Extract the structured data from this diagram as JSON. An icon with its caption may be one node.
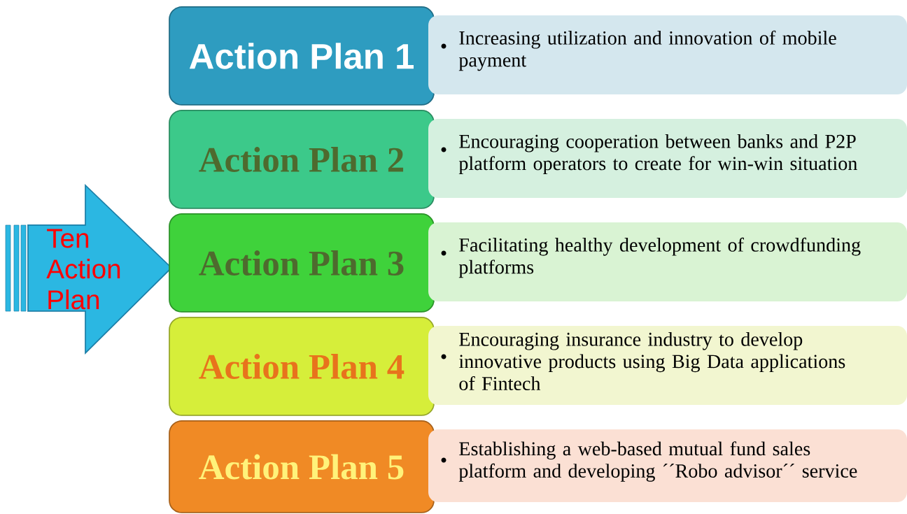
{
  "diagram": {
    "nodes": [
      {
        "text": [
          "Ten Action Plan"
        ]
      },
      {
        "text": [
          "Action Plan 1"
        ]
      },
      {
        "text": [
          "Increasing utilization and innovation of mobile payment"
        ]
      },
      {
        "text": [
          "Action Plan 2"
        ]
      },
      {
        "text": [
          "Encouraging cooperation between banks and P2P platform operators to create for win-win situation"
        ]
      },
      {
        "text": [
          "Action Plan 3"
        ]
      },
      {
        "text": [
          "Facilitating healthy development of crowdfunding platforms"
        ]
      },
      {
        "text": [
          "Action Plan 4"
        ]
      },
      {
        "text": [
          "Encouraging insurance industry to develop innovative products using Big Data applications of Fintech"
        ]
      },
      {
        "text": [
          "Action Plan 5"
        ]
      },
      {
        "text": [
          "Establishing a web-based mutual fund sales platform and developing ´´Robo advisor´´ service"
        ]
      }
    ]
  }
}
